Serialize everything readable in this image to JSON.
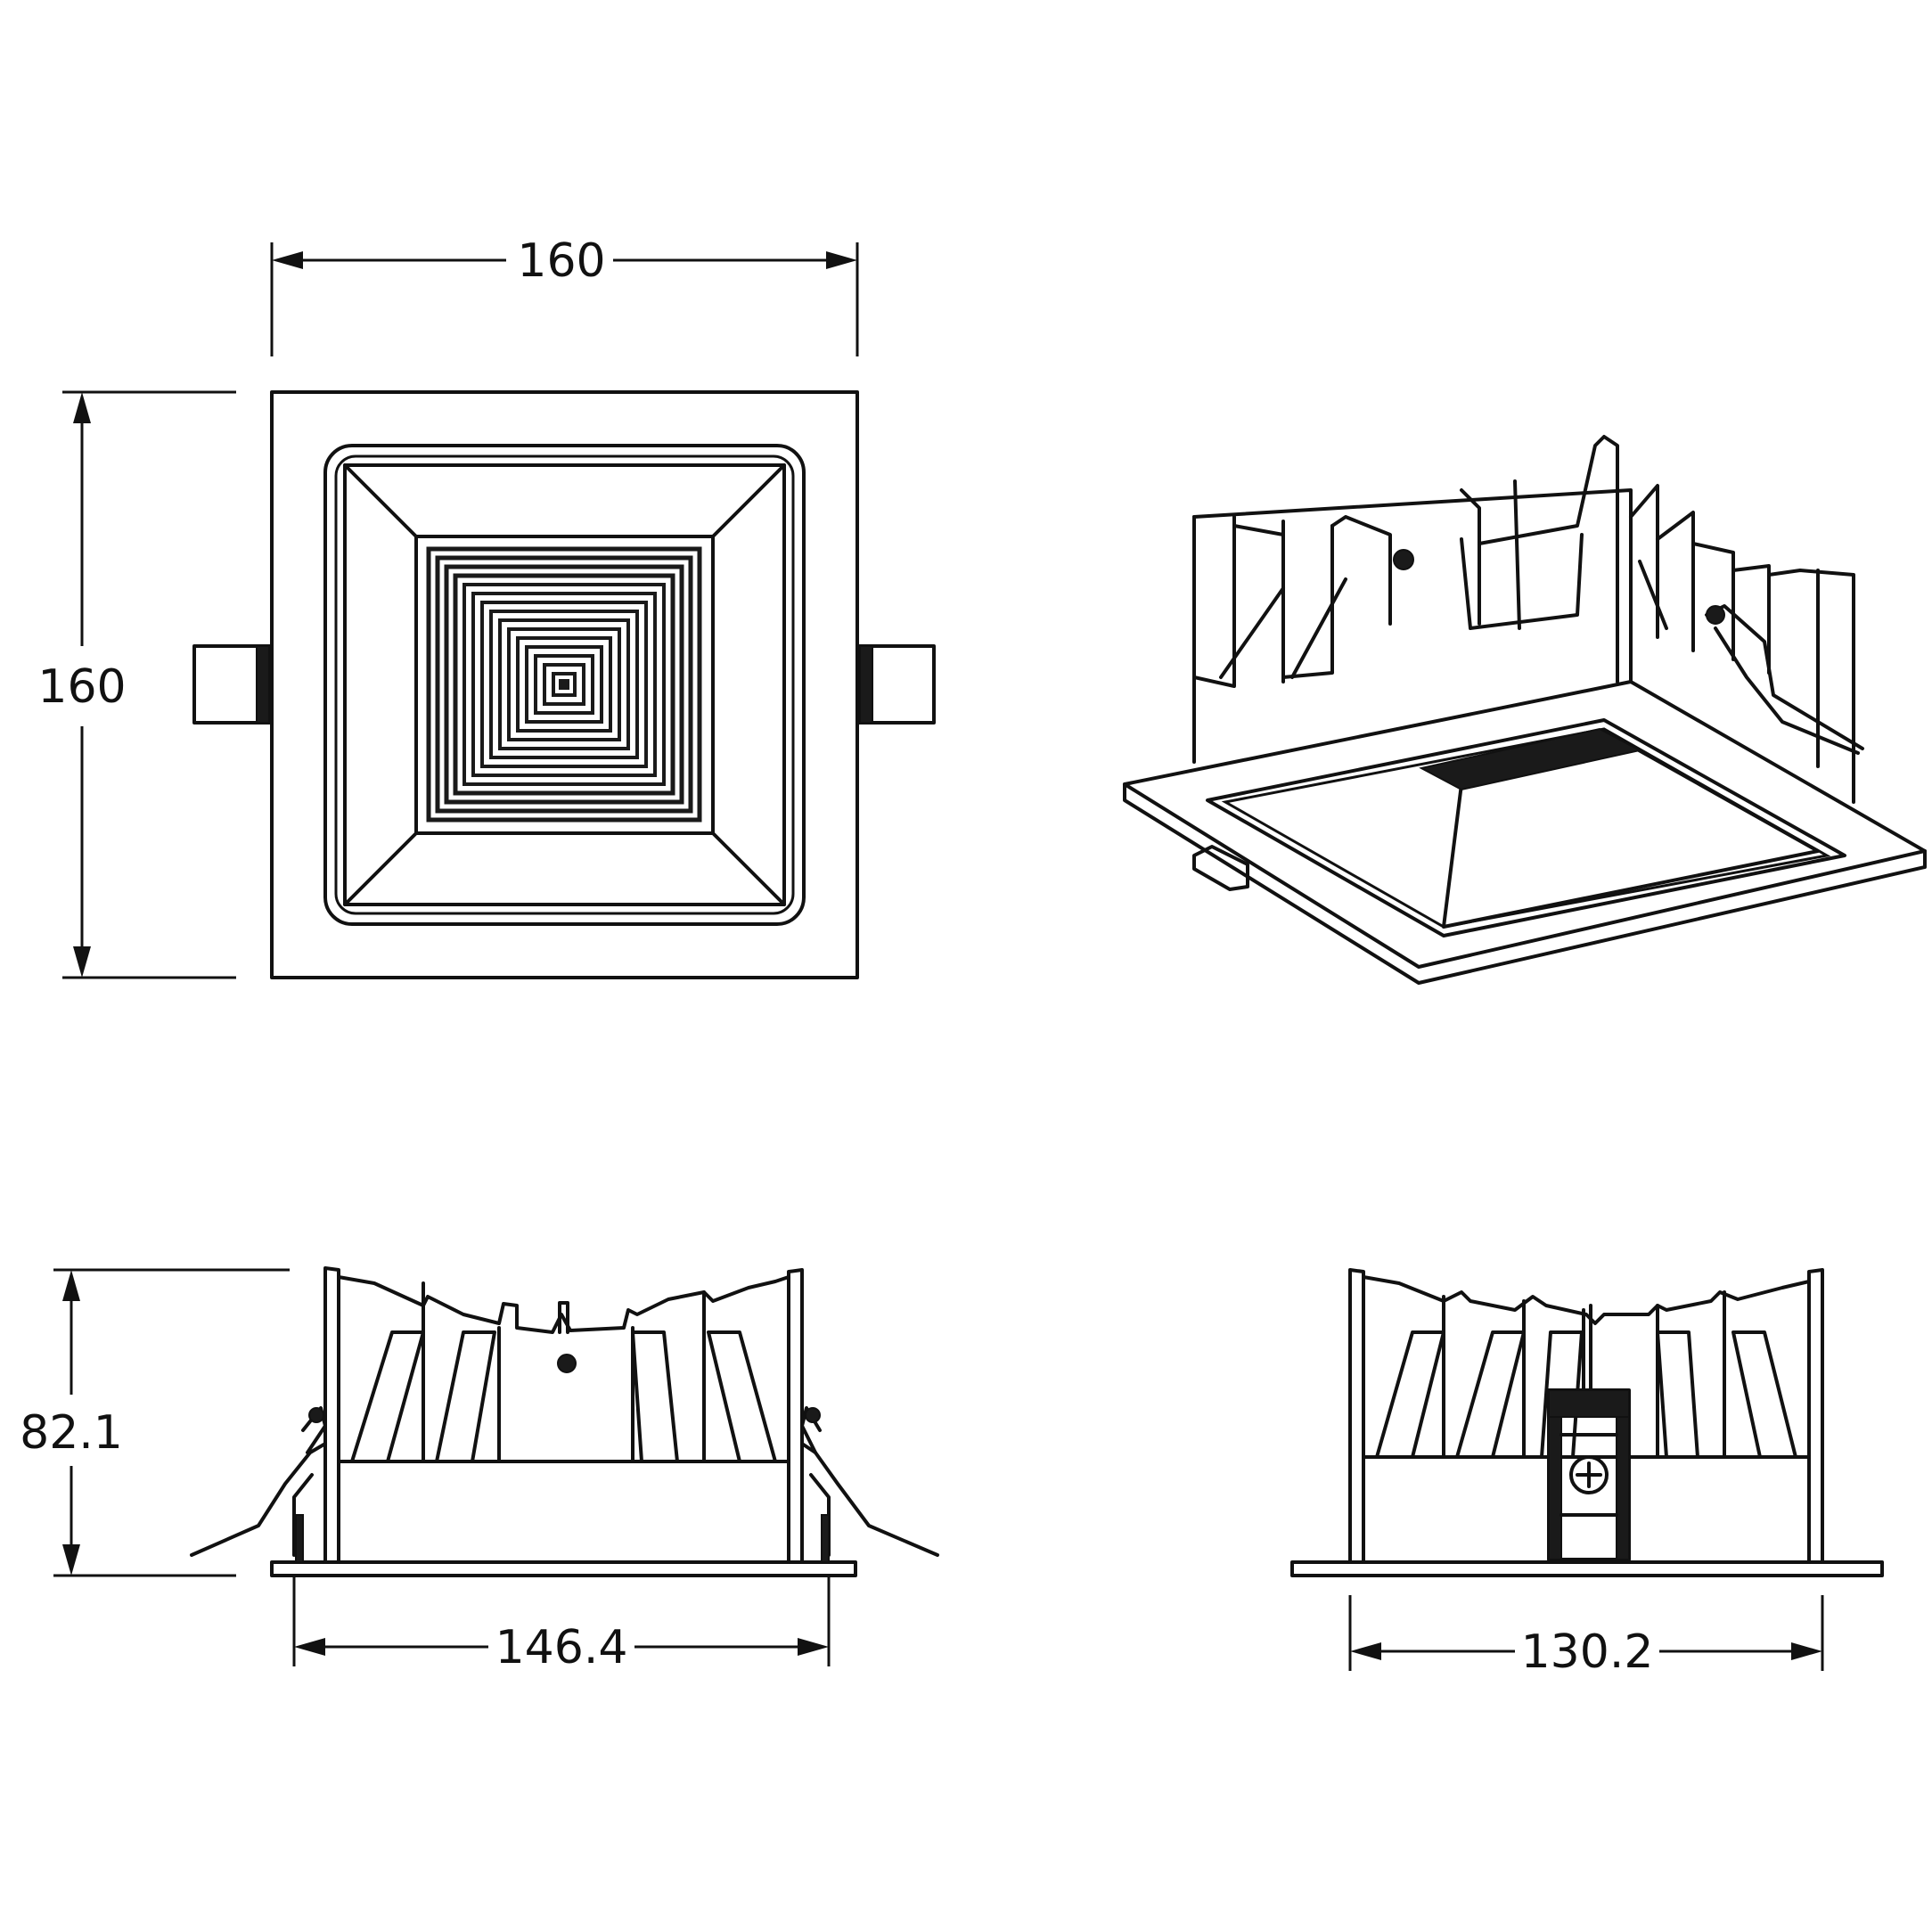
{
  "dimensions": {
    "top_width": "160",
    "top_height": "160",
    "side_height": "82.1",
    "side_width": "146.4",
    "end_width": "130.2"
  },
  "colors": {
    "line": "#111111",
    "background": "#ffffff"
  }
}
